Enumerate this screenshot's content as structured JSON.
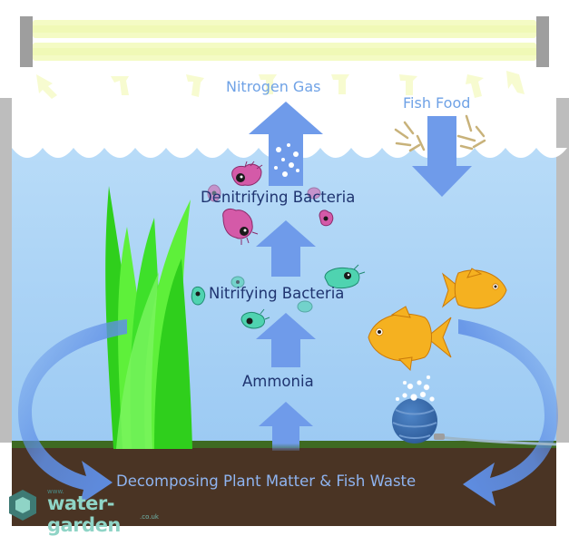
{
  "labels": {
    "nitrogen_gas": "Nitrogen Gas",
    "fish_food": "Fish Food",
    "denitrifying_bacteria": "Denitrifying Bacteria",
    "nitrifying_bacteria": "Nitrifying Bacteria",
    "ammonia": "Ammonia",
    "bottom": "Decomposing Plant Matter & Fish Waste"
  },
  "brand": {
    "www": "www.",
    "name": "water-garden",
    "tld": ".co.uk"
  },
  "colors": {
    "water": "#a3cdf5",
    "foam": "#ffffff",
    "tank_wall": "#bdbdbd",
    "lamp_tube": "#f4fbc4",
    "lamp_cap": "#9e9e9e",
    "soil": "#4a3424",
    "grass": "#3e6a22",
    "plant_bright": "#5ef03a",
    "plant_dark": "#2fcf1c",
    "fish": "#f5b120",
    "fish_outline": "#c97a0b",
    "arrow_blue": "#6f9bea",
    "bacteria_pink": "#d45aa8",
    "bacteria_green": "#4fd3b0",
    "air_stone": "#3a6fb4",
    "food_flake": "#c8b27a"
  },
  "icons": [
    "lamp-icon",
    "plant-icon",
    "fish-icon",
    "bacteria-icon",
    "air-stone-icon",
    "food-flakes-icon",
    "gas-bubbles-icon",
    "logo-hexagon-icon"
  ]
}
